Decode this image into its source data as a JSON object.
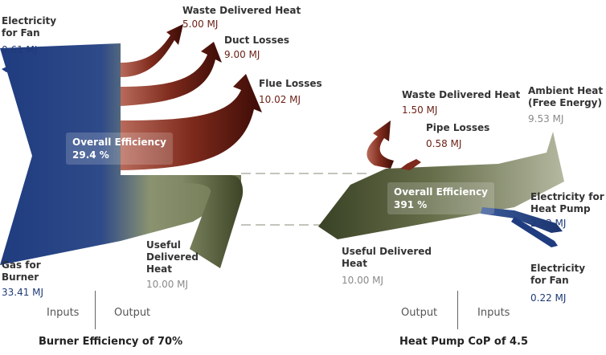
{
  "burner": {
    "electricity_fan": {
      "name_l1": "Electricity",
      "name_l2": "for Fan",
      "value": "0.61 MJ"
    },
    "gas": {
      "name_l1": "Gas for",
      "name_l2": "Burner",
      "value": "33.41 MJ"
    },
    "waste_heat": {
      "name": "Waste Delivered Heat",
      "value": "5.00 MJ"
    },
    "duct_losses": {
      "name": "Duct Losses",
      "value": "9.00 MJ"
    },
    "flue_losses": {
      "name": "Flue Losses",
      "value": "10.02 MJ"
    },
    "efficiency": {
      "label": "Overall Efficiency",
      "value": "29.4 %"
    },
    "useful": {
      "l1": "Useful",
      "l2": "Delivered",
      "l3": "Heat",
      "value": "10.00 MJ"
    },
    "inputs_label": "Inputs",
    "output_label": "Output",
    "caption": "Burner Efficiency of 70%"
  },
  "heatpump": {
    "waste_heat": {
      "name": "Waste Delivered Heat",
      "value": "1.50 MJ"
    },
    "pipe_losses": {
      "name": "Pipe Losses",
      "value": "0.58 MJ"
    },
    "ambient": {
      "l1": "Ambient Heat",
      "l2": "(Free Energy)",
      "value": "9.53 MJ"
    },
    "efficiency": {
      "label": "Overall Efficiency",
      "value": "391 %"
    },
    "electricity_pump": {
      "l1": "Electricity for",
      "l2": "Heat Pump",
      "value": "2.33 MJ"
    },
    "electricity_fan": {
      "l1": "Electricity",
      "l2": "for Fan",
      "value": "0.22 MJ"
    },
    "useful": {
      "l1": "Useful Delivered",
      "l2": "Heat",
      "value": "10.00 MJ"
    },
    "output_label": "Output",
    "inputs_label": "Inputs",
    "caption": "Heat Pump CoP of 4.5"
  },
  "colors": {
    "navy": "#1f3a78",
    "olive": "#4a5434",
    "sage": "#9aa080",
    "maroon": "#6b1f14"
  }
}
